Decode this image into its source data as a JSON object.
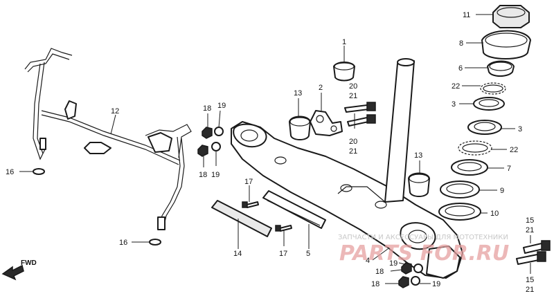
{
  "diagram": {
    "callouts": [
      {
        "id": "c11",
        "text": "11"
      },
      {
        "id": "c8",
        "text": "8"
      },
      {
        "id": "c6",
        "text": "6"
      },
      {
        "id": "c22a",
        "text": "22"
      },
      {
        "id": "c3a",
        "text": "3"
      },
      {
        "id": "c3b",
        "text": "3"
      },
      {
        "id": "c22b",
        "text": "22"
      },
      {
        "id": "c7",
        "text": "7"
      },
      {
        "id": "c9",
        "text": "9"
      },
      {
        "id": "c10",
        "text": "10"
      },
      {
        "id": "c1",
        "text": "1"
      },
      {
        "id": "c2",
        "text": "2"
      },
      {
        "id": "c13a",
        "text": "13"
      },
      {
        "id": "c20a",
        "text": "20"
      },
      {
        "id": "c21a",
        "text": "21"
      },
      {
        "id": "c20b",
        "text": "20"
      },
      {
        "id": "c21b",
        "text": "21"
      },
      {
        "id": "c18a",
        "text": "18"
      },
      {
        "id": "c19a",
        "text": "19"
      },
      {
        "id": "c18b",
        "text": "18"
      },
      {
        "id": "c19b",
        "text": "19"
      },
      {
        "id": "c12",
        "text": "12"
      },
      {
        "id": "c16a",
        "text": "16"
      },
      {
        "id": "c16b",
        "text": "16"
      },
      {
        "id": "c13b",
        "text": "13"
      },
      {
        "id": "c17a",
        "text": "17"
      },
      {
        "id": "c17b",
        "text": "17"
      },
      {
        "id": "c14",
        "text": "14"
      },
      {
        "id": "c5",
        "text": "5"
      },
      {
        "id": "c4",
        "text": "4"
      },
      {
        "id": "c19c",
        "text": "19"
      },
      {
        "id": "c18c",
        "text": "18"
      },
      {
        "id": "c18d",
        "text": "18"
      },
      {
        "id": "c19d",
        "text": "19"
      },
      {
        "id": "c15a",
        "text": "15"
      },
      {
        "id": "c21c",
        "text": "21"
      },
      {
        "id": "c15b",
        "text": "15"
      },
      {
        "id": "c21d",
        "text": "21"
      }
    ],
    "direction_label": "FWD"
  },
  "watermark": {
    "tagline": "ЗАПЧАСТИ И АКСЕССУАРЫ ДЛЯ МОТОТЕХНИКИ",
    "brand": "PARTS FOR.RU"
  },
  "colors": {
    "line": "#1a1a1a",
    "watermark_brand": "#e6a1a1",
    "watermark_text": "#c8c8c8"
  }
}
